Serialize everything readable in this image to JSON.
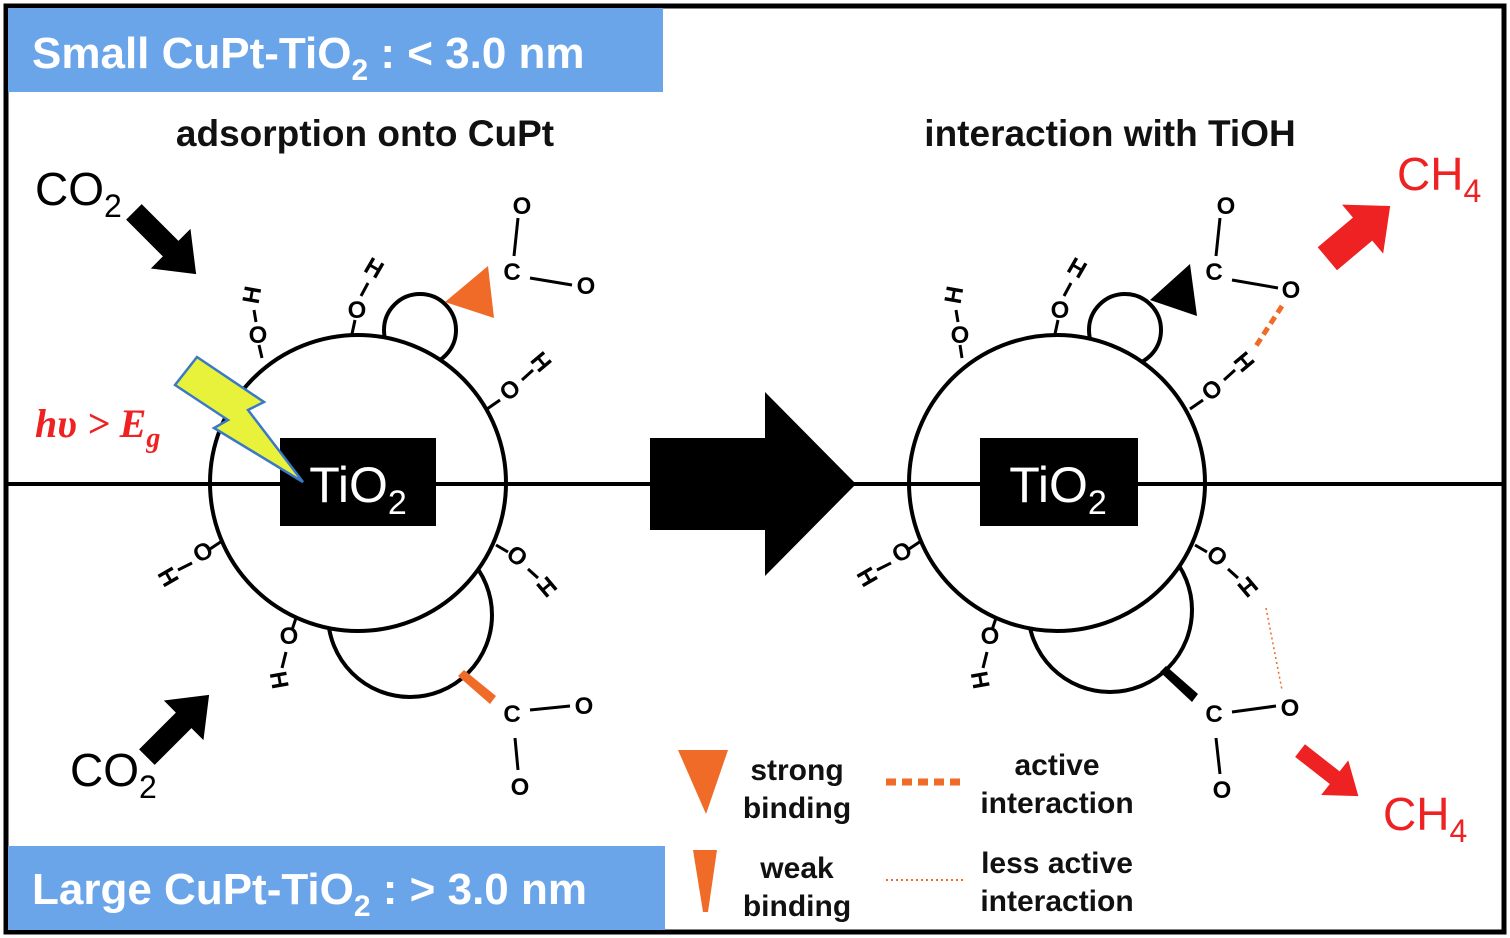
{
  "banners": {
    "top": {
      "prefix": "Small CuPt-TiO",
      "sub": "2",
      "suffix": " : < 3.0 nm"
    },
    "bottom": {
      "prefix": "Large CuPt-TiO",
      "sub": "2",
      "suffix": " : > 3.0 nm"
    }
  },
  "headings": {
    "left": "adsorption onto CuPt",
    "right": "interaction with TiOH"
  },
  "labels": {
    "co2_top": {
      "main": "CO",
      "sub": "2"
    },
    "co2_bottom": {
      "main": "CO",
      "sub": "2"
    },
    "ch4_top": {
      "main": "CH",
      "sub": "4"
    },
    "ch4_bottom": {
      "main": "CH",
      "sub": "4"
    },
    "tio2_left": {
      "main": "TiO",
      "sub": "2"
    },
    "tio2_right": {
      "main": "TiO",
      "sub": "2"
    },
    "photon": {
      "main": "hυ > E",
      "sub": "g"
    }
  },
  "atoms": {
    "H": "H",
    "O": "O",
    "C": "C"
  },
  "legend": {
    "strong": [
      "strong",
      "binding"
    ],
    "weak": [
      "weak",
      "binding"
    ],
    "active": [
      "active",
      "interaction"
    ],
    "less_active": [
      "less active",
      "interaction"
    ]
  },
  "colors": {
    "banner": "#6aa5ea",
    "orange": "#f06a28",
    "red": "#ee2222",
    "lightning": "#e8f23a",
    "black": "#000000"
  }
}
